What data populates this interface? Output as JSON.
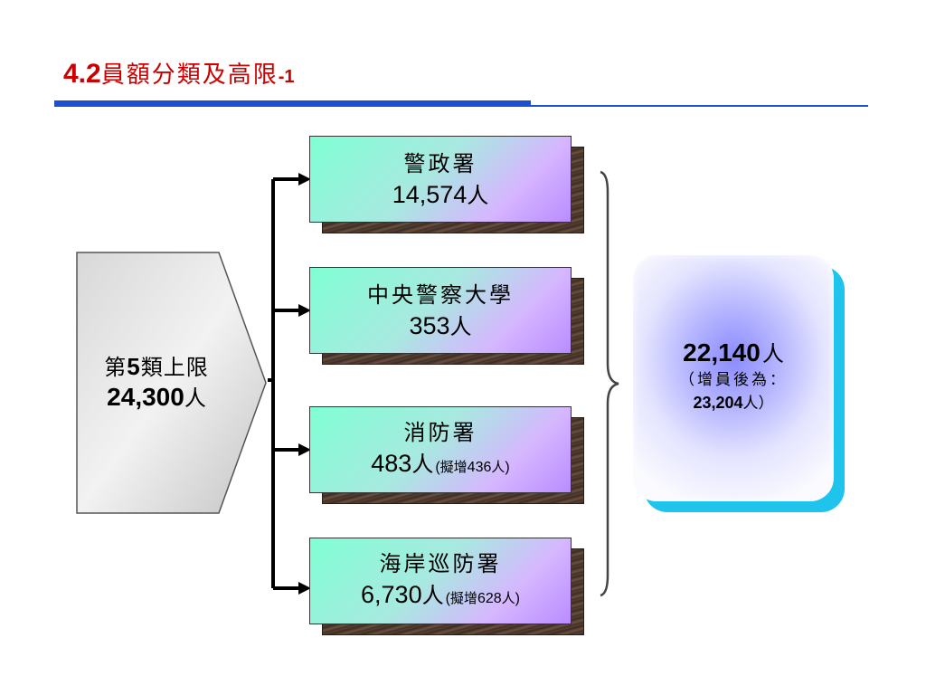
{
  "slide": {
    "title_number": "4.2",
    "title_text": "員額分類及高限",
    "title_suffix": "-1"
  },
  "source": {
    "prefix": "第",
    "category": "5",
    "suffix": "類上限",
    "limit": "24,300",
    "unit": "人"
  },
  "units": [
    {
      "name": "警政署",
      "count": "14,574",
      "unit": "人",
      "note_open": "",
      "note_label": "",
      "note_value": "",
      "note_unit": "",
      "note_close": ""
    },
    {
      "name": "中央警察大學",
      "count": "353",
      "unit": "人",
      "note_open": "",
      "note_label": "",
      "note_value": "",
      "note_unit": "",
      "note_close": ""
    },
    {
      "name": "消防署",
      "count": "483",
      "unit": "人",
      "note_open": "(",
      "note_label": "擬增",
      "note_value": "436",
      "note_unit": "人",
      "note_close": ")"
    },
    {
      "name": "海岸巡防署",
      "count": "6,730",
      "unit": "人",
      "note_open": "(",
      "note_label": "擬增",
      "note_value": "628",
      "note_unit": "人",
      "note_close": ")"
    }
  ],
  "total": {
    "value": "22,140",
    "unit": "人",
    "after_label": "（增員後為：",
    "after_value": "23,204",
    "after_unit": "人）"
  },
  "colors": {
    "title": "#cc0000",
    "rule": "#1f4fd1",
    "total_shadow": "#1ec4ec"
  }
}
